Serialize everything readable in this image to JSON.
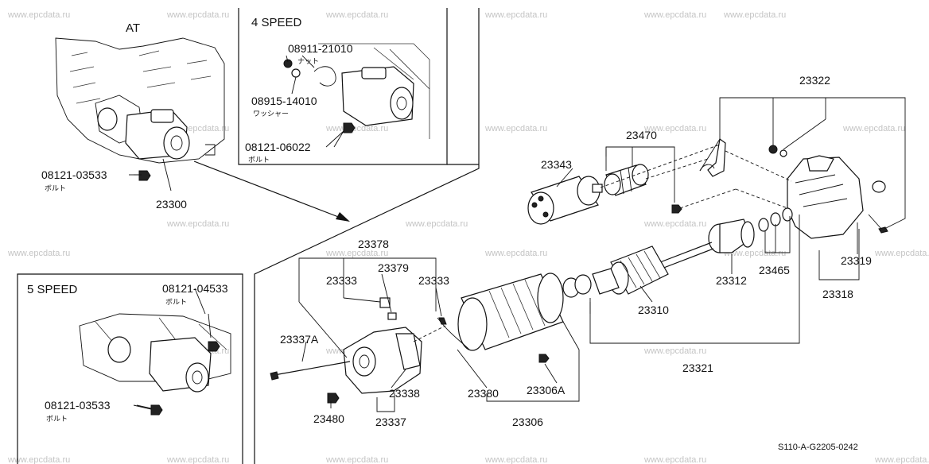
{
  "watermark": "www.epcdata.ru",
  "diagram_code": "S110-A-G2205-0242",
  "insets": {
    "at": {
      "title": "AT"
    },
    "four_speed": {
      "title": "4 SPEED"
    },
    "five_speed": {
      "title": "5 SPEED"
    }
  },
  "japanese_notes": {
    "nut": "ナット",
    "washer": "ワッシャー",
    "bolt": "ボルト"
  },
  "callouts": {
    "b08121_03533_at": "08121-03533",
    "p23300": "23300",
    "n08911_21010": "08911-21010",
    "w08915_14010": "08915-14010",
    "b08121_06022": "08121-06022",
    "b08121_04533": "08121-04533",
    "b08121_03533_5sp": "08121-03533",
    "p23322": "23322",
    "p23470": "23470",
    "p23343": "23343",
    "p23319": "23319",
    "p23318": "23318",
    "p23465": "23465",
    "p23312": "23312",
    "p23310": "23310",
    "p23321": "23321",
    "p23378": "23378",
    "p23379": "23379",
    "p23333a": "23333",
    "p23333b": "23333",
    "p23337a": "23337A",
    "p23338": "23338",
    "p23337": "23337",
    "p23480": "23480",
    "p23380": "23380",
    "p23306a": "23306A",
    "p23306": "23306"
  }
}
